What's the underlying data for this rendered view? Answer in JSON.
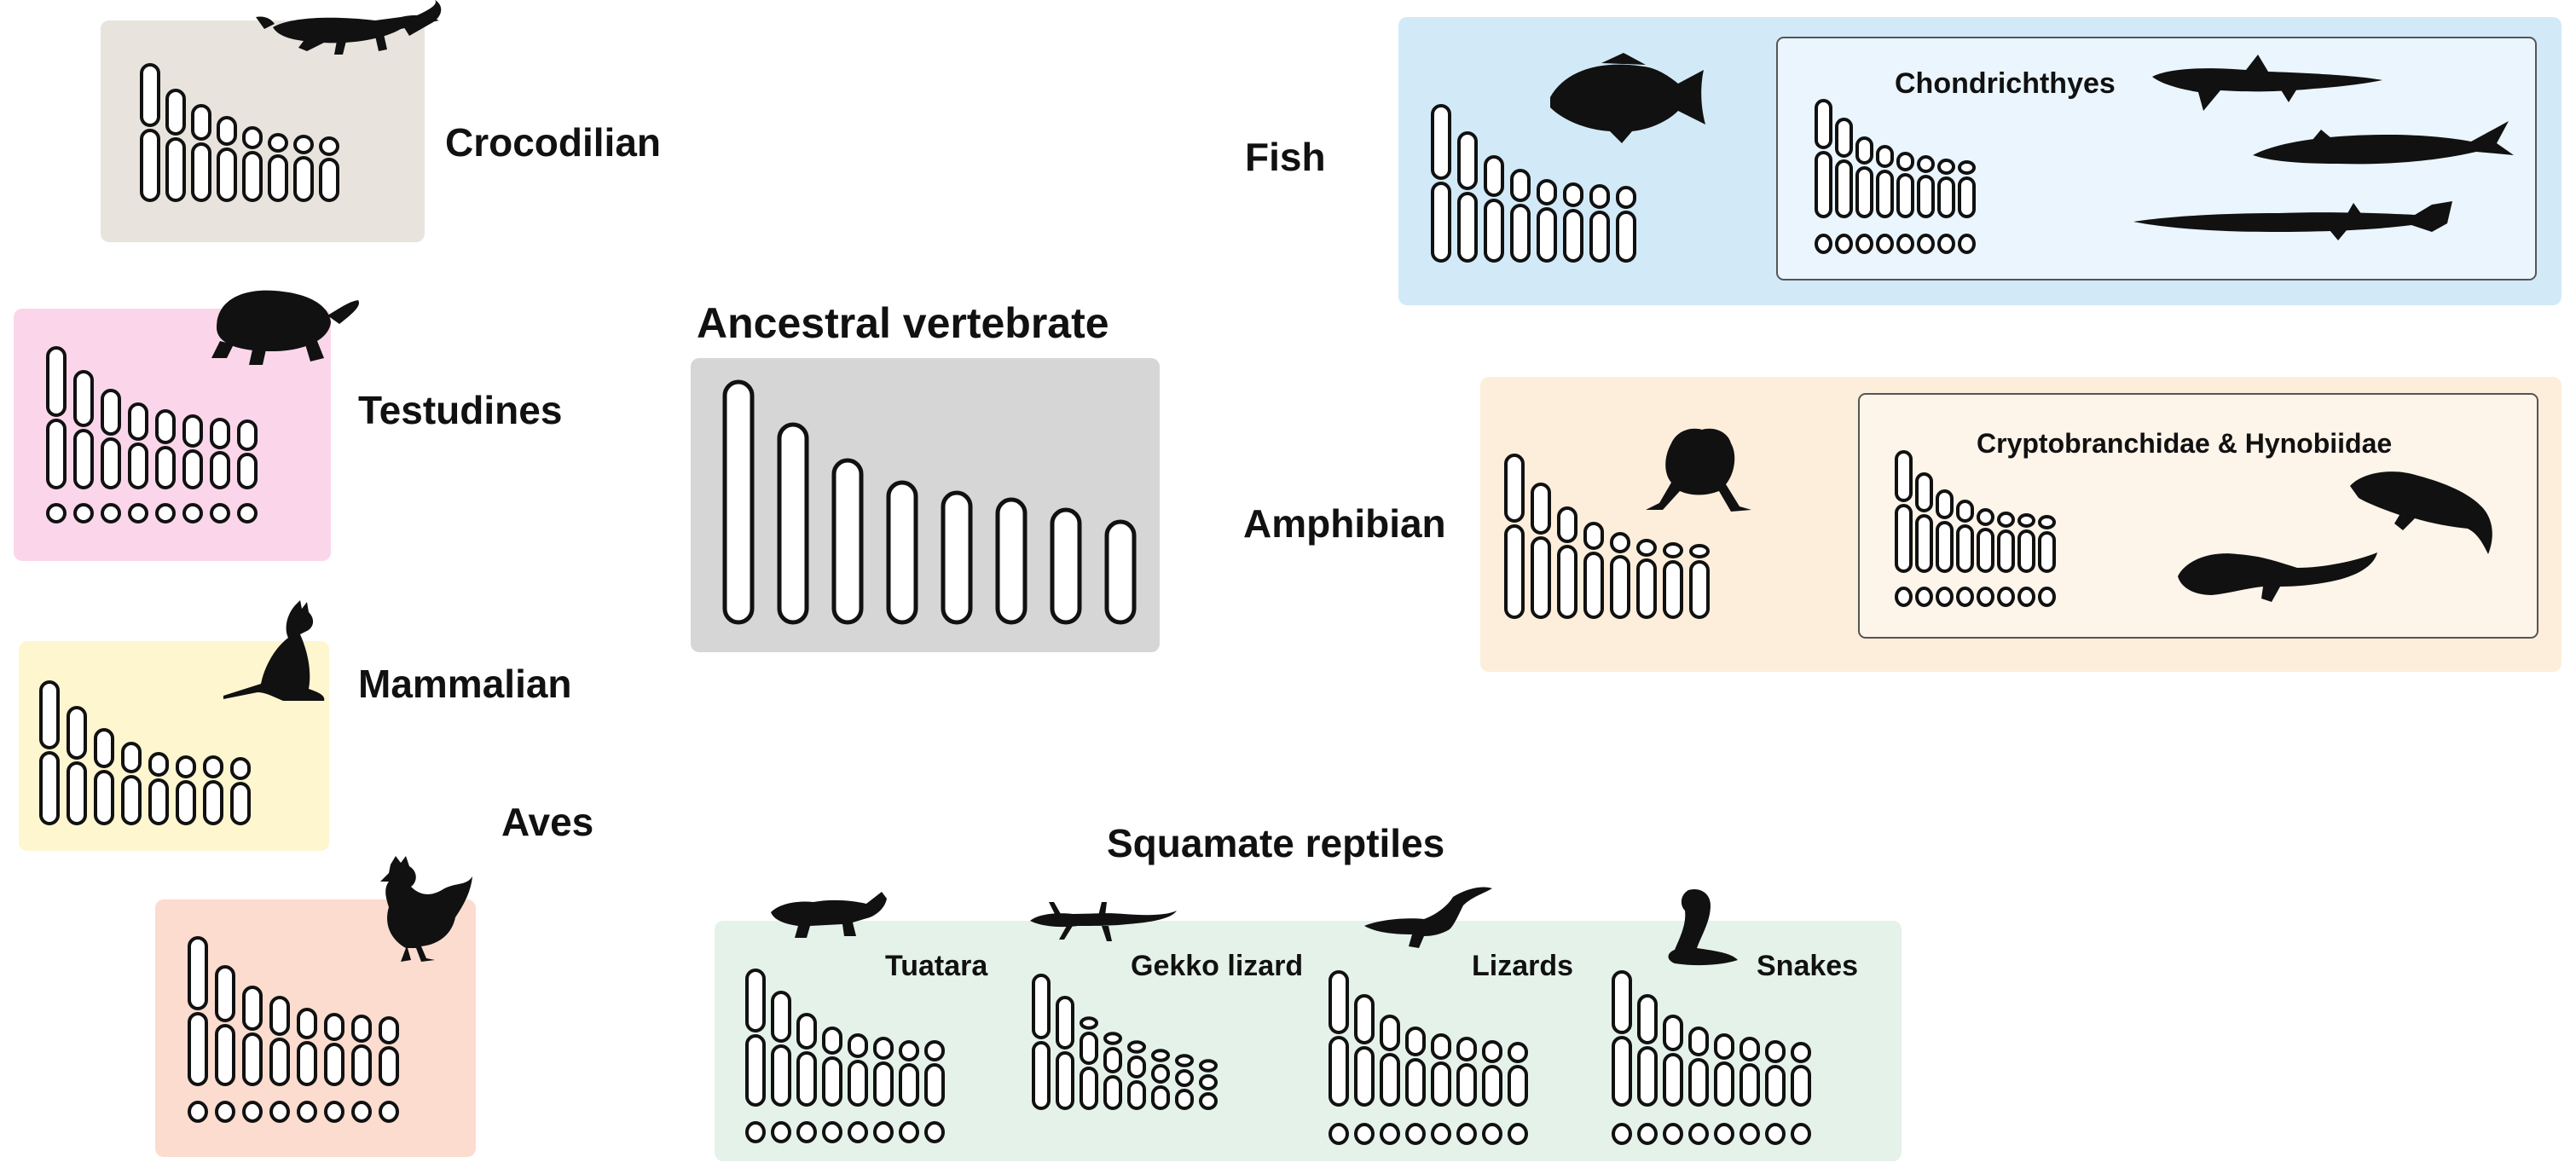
{
  "labels": {
    "crocodilian": "Crocodilian",
    "testudines": "Testudines",
    "mammalian": "Mammalian",
    "aves": "Aves",
    "ancestral": "Ancestral vertebrate",
    "fish": "Fish",
    "chondrichthyes": "Chondrichthyes",
    "amphibian": "Amphibian",
    "crypto": "Cryptobranchidae & Hynobiidae",
    "squamate": "Squamate reptiles",
    "tuatara": "Tuatara",
    "gekko": "Gekko lizard",
    "lizards": "Lizards",
    "snakes": "Snakes"
  },
  "colors": {
    "crocodilian": "#e9e3de",
    "testudines": "#fbd6ea",
    "mammalian": "#fdf6cf",
    "aves": "#fbdccf",
    "ancestral": "#d6d6d6",
    "fish": "#d2eaf7",
    "fish_inner": "#eaf5fd",
    "amphibian": "#fdeedb",
    "amphibian_inner": "#fdf4ea",
    "squamate": "#e4f2ea",
    "ink": "#111111"
  },
  "icons": [
    "crocodile-silhouette-icon",
    "turtle-silhouette-icon",
    "kangaroo-silhouette-icon",
    "rooster-silhouette-icon",
    "fish-silhouette-icon",
    "shark-silhouette-icon",
    "sturgeon-silhouette-icon",
    "gar-silhouette-icon",
    "frog-silhouette-icon",
    "salamander-silhouette-icon",
    "tuatara-silhouette-icon",
    "gecko-silhouette-icon",
    "lizard-silhouette-icon",
    "snake-silhouette-icon"
  ]
}
